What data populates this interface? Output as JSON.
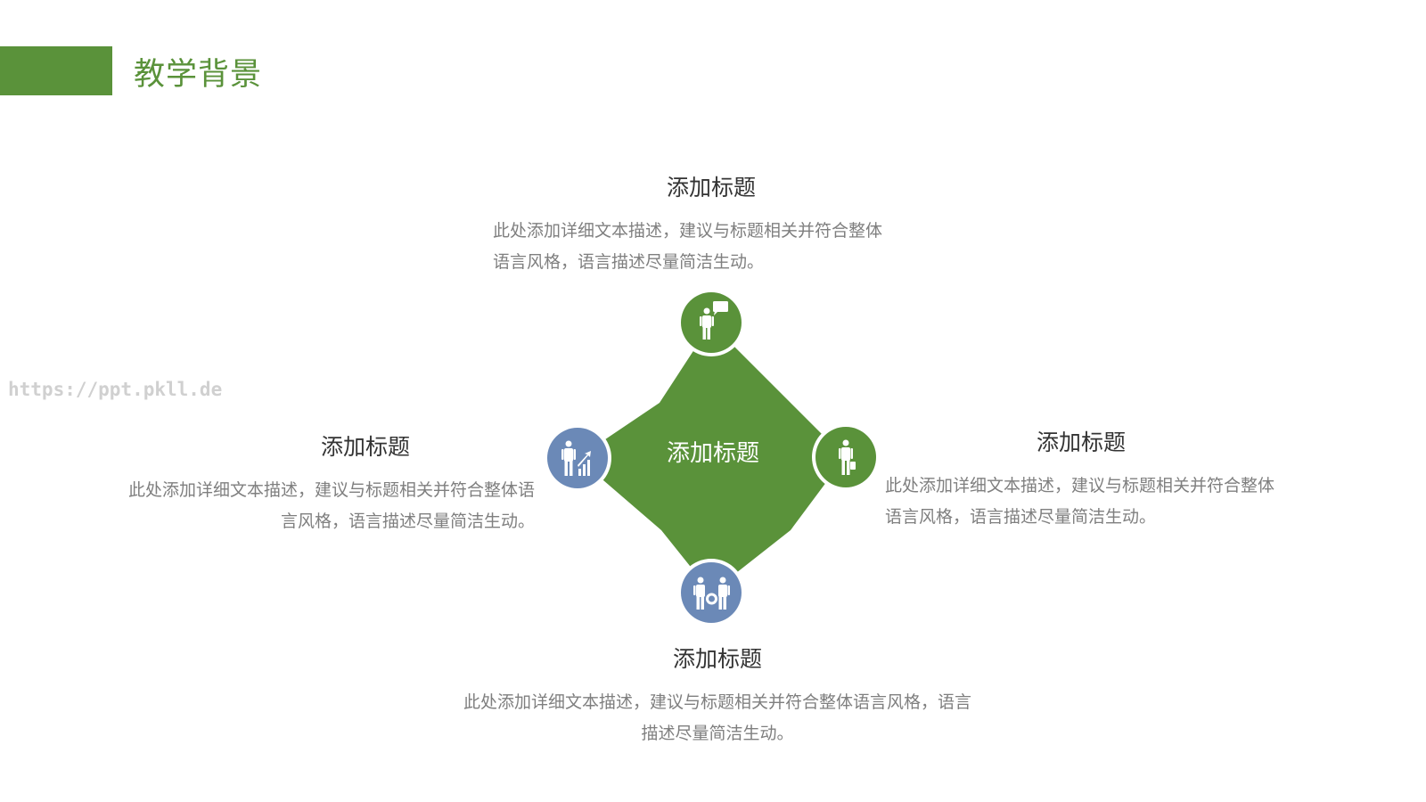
{
  "header": {
    "title": "教学背景",
    "accent_color": "#5a923a"
  },
  "watermark": "https://ppt.pkll.de",
  "diagram": {
    "center_label": "添加标题",
    "star_color": "#5a923a",
    "blue_color": "#6b89b7",
    "nodes": [
      {
        "position": "top",
        "icon": "presenter-speech-bubble-icon",
        "circle_color": "#5a923a",
        "title": "添加标题",
        "desc_lines": [
          "此处添加详细文本描述，建议与标题相关并符合整体",
          "语言风格，语言描述尽量简洁生动。"
        ]
      },
      {
        "position": "right",
        "icon": "businessman-briefcase-icon",
        "circle_color": "#5a923a",
        "title": "添加标题",
        "desc_lines": [
          "此处添加详细文本描述，建议与标题相关并符合整体",
          "语言风格，语言描述尽量简洁生动。"
        ]
      },
      {
        "position": "bottom",
        "icon": "two-people-teamwork-icon",
        "circle_color": "#6b89b7",
        "title": "添加标题",
        "desc_lines": [
          "此处添加详细文本描述，建议与标题相关并符合整体语言风格，语言",
          "描述尽量简洁生动。"
        ]
      },
      {
        "position": "left",
        "icon": "businessman-growth-chart-icon",
        "circle_color": "#6b89b7",
        "title": "添加标题",
        "desc_lines": [
          "此处添加详细文本描述，建议与标题相关并符合整体语",
          "言风格，语言描述尽量简洁生动。"
        ]
      }
    ]
  }
}
